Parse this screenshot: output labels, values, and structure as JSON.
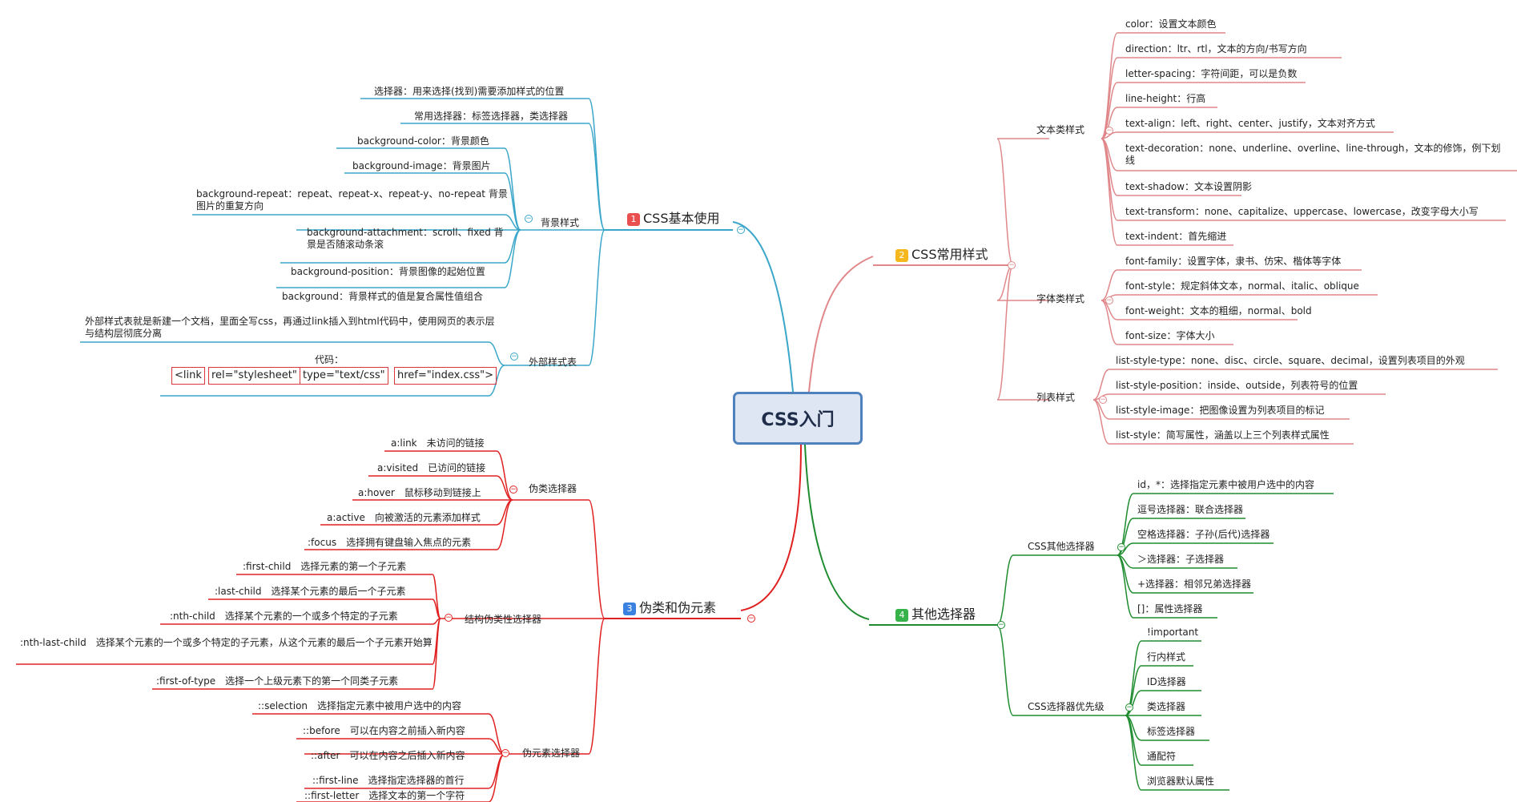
{
  "root": {
    "label": "CSS入门"
  },
  "branches": {
    "b1": {
      "num": "1",
      "label": "CSS基本使用",
      "color": "#e94f4f",
      "line": "#3aa6c9"
    },
    "b2": {
      "num": "2",
      "label": "CSS常用样式",
      "color": "#f5b71b",
      "line": "#e0878a"
    },
    "b3": {
      "num": "3",
      "label": "伪类和伪元素",
      "color": "#3b82e0",
      "line": "#e02020"
    },
    "b4": {
      "num": "4",
      "label": "其他选择器",
      "color": "#35b24a",
      "line": "#1e8c2e"
    }
  },
  "b1": {
    "selector": "选择器：用来选择(找到)需要添加样式的位置",
    "common": "常用选择器：标签选择器，类选择器",
    "bg": {
      "label": "背景样式",
      "items": [
        "background-color：背景颜色",
        "background-image：背景图片",
        "background-repeat：repeat、repeat-x、repeat-y、no-repeat 背景图片的重复方向",
        "background-attachment：scroll、fixed 背景是否随滚动条滚",
        "background-position：背景图像的起始位置",
        "background：背景样式的值是复合属性值组合"
      ]
    },
    "ext": {
      "label": "外部样式表",
      "desc": "外部样式表就是新建一个文档，里面全写css，再通过link插入到html代码中，使用网页的表示层与结构层彻底分离",
      "code_label": "代码：",
      "code": [
        "<link",
        "rel=\"stylesheet\"",
        "type=\"text/css\"",
        "href=\"index.css\">"
      ]
    }
  },
  "b2": {
    "text": {
      "label": "文本类样式",
      "items": [
        "color：设置文本颜色",
        "direction：ltr、rtl，文本的方向/书写方向",
        "letter-spacing：字符间距，可以是负数",
        "line-height：行高",
        "text-align：left、right、center、justify，文本对齐方式",
        "text-decoration：none、underline、overline、line-through，文本的修饰，例下划线",
        "text-shadow：文本设置阴影",
        "text-transform：none、capitalize、uppercase、lowercase，改变字母大小写",
        "text-indent：首先缩进"
      ]
    },
    "font": {
      "label": "字体类样式",
      "items": [
        "font-family：设置字体，隶书、仿宋、楷体等字体",
        "font-style：规定斜体文本，normal、italic、oblique",
        "font-weight：文本的粗细，normal、bold",
        "font-size：字体大小"
      ]
    },
    "list": {
      "label": "列表样式",
      "items": [
        "list-style-type：none、disc、circle、square、decimal，设置列表项目的外观",
        "list-style-position：inside、outside，列表符号的位置",
        "list-style-image：把图像设置为列表项目的标记",
        "list-style：简写属性，涵盖以上三个列表样式属性"
      ]
    }
  },
  "b3": {
    "pseudo": {
      "label": "伪类选择器",
      "items": [
        "a:link　未访问的链接",
        "a:visited　已访问的链接",
        "a:hover　鼠标移动到链接上",
        "a:active　向被激活的元素添加样式",
        ":focus　选择拥有键盘输入焦点的元素"
      ]
    },
    "struct": {
      "label": "结构伪类性选择器",
      "items": [
        ":first-child　选择元素的第一个子元素",
        ":last-child　选择某个元素的最后一个子元素",
        ":nth-child　选择某个元素的一个或多个特定的子元素",
        ":nth-last-child　选择某个元素的一个或多个特定的子元素，从这个元素的最后一个子元素开始算",
        ":first-of-type　选择一个上级元素下的第一个同类子元素"
      ]
    },
    "elem": {
      "label": "伪元素选择器",
      "items": [
        "::selection　选择指定元素中被用户选中的内容",
        "::before　可以在内容之前插入新内容",
        "::after　可以在内容之后插入新内容",
        "::first-line　选择指定选择器的首行",
        "::first-letter　选择文本的第一个字符"
      ]
    }
  },
  "b4": {
    "other": {
      "label": "CSS其他选择器",
      "items": [
        "id，*：选择指定元素中被用户选中的内容",
        "逗号选择器：联合选择器",
        "空格选择器：子孙(后代)选择器",
        "＞选择器：子选择器",
        "+选择器：相邻兄弟选择器",
        "[]：属性选择器"
      ]
    },
    "priority": {
      "label": "CSS选择器优先级",
      "items": [
        "!important",
        "行内样式",
        "ID选择器",
        "类选择器",
        "标签选择器",
        "通配符",
        "浏览器默认属性"
      ]
    }
  }
}
